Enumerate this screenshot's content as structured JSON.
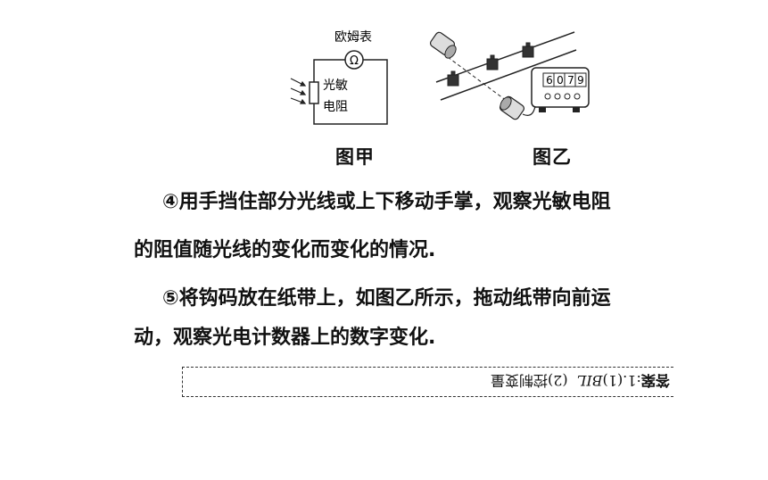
{
  "figure_a": {
    "meter_label": "欧姆表",
    "omega_symbol": "Ω",
    "resistor_label_line1": "光敏",
    "resistor_label_line2": "电阻",
    "caption": "图甲"
  },
  "figure_b": {
    "counter_digits": [
      "6",
      "0",
      "7",
      "9"
    ],
    "caption": "图乙"
  },
  "paragraphs": [
    "④用手挡住部分光线或上下移动手掌，观察光敏电阻",
    "的阻值随光线的变化而变化的情况.",
    "⑤将钩码放在纸带上，如图乙所示，拖动纸带向前运",
    "动，观察光电计数器上的数字变化."
  ],
  "answer": {
    "prefix": "答案",
    "item": ":1.(1)",
    "formula": "BIL",
    "part2": "(2)控制变量"
  }
}
